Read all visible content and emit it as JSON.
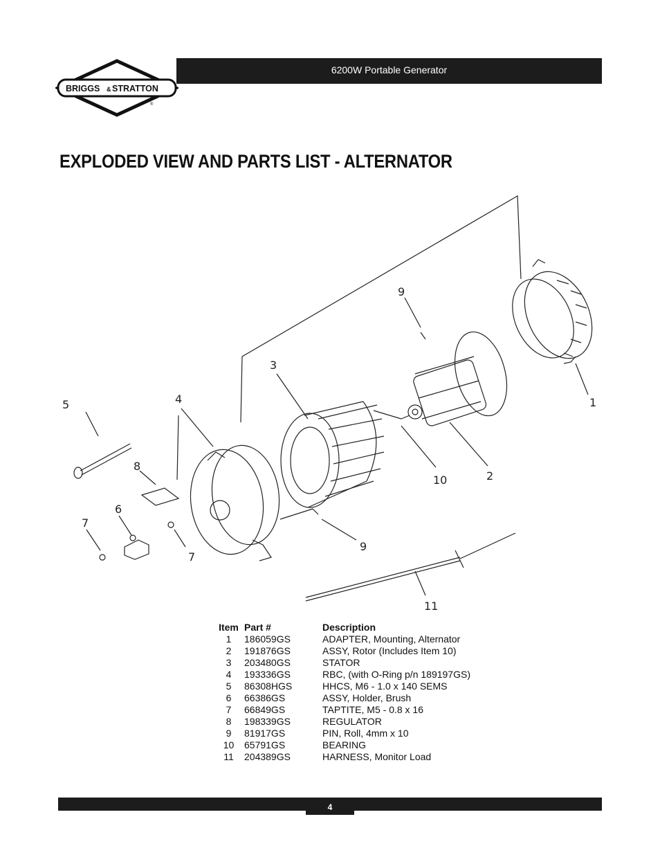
{
  "header": {
    "title": "6200W Portable Generator",
    "logo_text_left": "BRIGGS",
    "logo_text_amp": "&",
    "logo_text_right": "STRATTON",
    "logo_reg": "®"
  },
  "page_title": "EXPLODED VIEW AND PARTS LIST - ALTERNATOR",
  "diagram": {
    "callouts": [
      "1",
      "2",
      "3",
      "4",
      "5",
      "6",
      "7",
      "7",
      "8",
      "9",
      "9",
      "10",
      "11"
    ]
  },
  "parts_list": {
    "headers": {
      "item": "Item",
      "part": "Part #",
      "description": "Description"
    },
    "rows": [
      {
        "item": "1",
        "part": "186059GS",
        "description": "ADAPTER, Mounting, Alternator"
      },
      {
        "item": "2",
        "part": "191876GS",
        "description": "ASSY, Rotor (Includes Item 10)"
      },
      {
        "item": "3",
        "part": "203480GS",
        "description": "STATOR"
      },
      {
        "item": "4",
        "part": "193336GS",
        "description": "RBC, (with O-Ring p/n 189197GS)"
      },
      {
        "item": "5",
        "part": "86308HGS",
        "description": "HHCS, M6 - 1.0 x 140 SEMS"
      },
      {
        "item": "6",
        "part": "66386GS",
        "description": "ASSY, Holder, Brush"
      },
      {
        "item": "7",
        "part": "66849GS",
        "description": "TAPTITE, M5 - 0.8 x 16"
      },
      {
        "item": "8",
        "part": "198339GS",
        "description": "REGULATOR"
      },
      {
        "item": "9",
        "part": "81917GS",
        "description": "PIN, Roll, 4mm x 10"
      },
      {
        "item": "10",
        "part": "65791GS",
        "description": "BEARING"
      },
      {
        "item": "11",
        "part": "204389GS",
        "description": "HARNESS, Monitor Load"
      }
    ]
  },
  "footer": {
    "page_number": "4"
  }
}
